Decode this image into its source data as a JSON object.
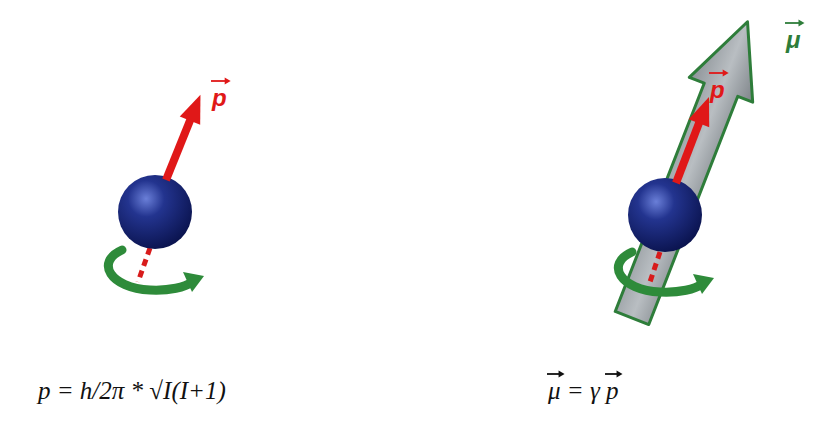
{
  "diagram": {
    "labels": [
      "p",
      "p",
      "μ",
      "p = h/2π * √I(I+1)",
      "μ = γ p"
    ]
  }
}
